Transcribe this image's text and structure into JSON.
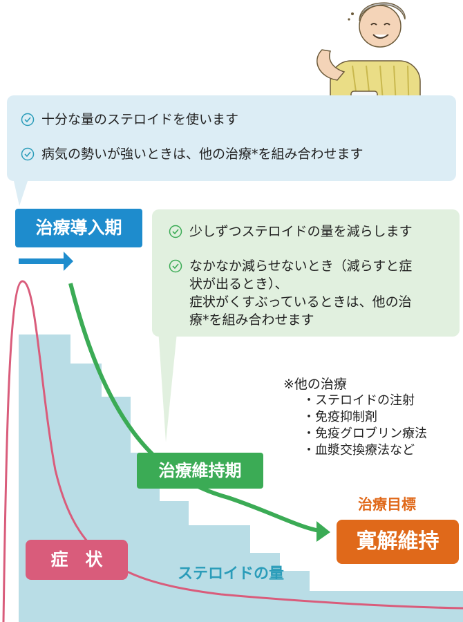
{
  "colors": {
    "steroid_area": "#b9dde6",
    "symptom_curve": "#d95c7b",
    "maintenance_arrow": "#3bab55",
    "induction_arrow": "#1e8ccd",
    "blue_callout": "#dcedf5",
    "green_callout": "#e1f0df",
    "goal": "#e0691a"
  },
  "induction": {
    "label": "治療導入期",
    "bullets": [
      {
        "icon": "check-circle-icon",
        "text": "十分な量のステロイドを使います"
      },
      {
        "icon": "check-circle-icon",
        "text": "病気の勢いが強いときは、他の治療*を組み合わせます"
      }
    ]
  },
  "maintenance": {
    "label": "治療維持期",
    "bullets": [
      {
        "icon": "check-circle-icon",
        "text": "少しずつステロイドの量を減らします"
      },
      {
        "icon": "check-circle-icon",
        "lines": [
          "なかなか減らせないとき（減らすと症",
          "状が出るとき）、",
          "症状がくすぶっているときは、他の治",
          "療*を組み合わせます"
        ]
      }
    ]
  },
  "other_treatments": {
    "title": "※他の治療",
    "items": [
      "・ステロイドの注射",
      "・免疫抑制剤",
      "・免疫グロブリン療法",
      "・血漿交換療法など"
    ]
  },
  "goal": {
    "caption": "治療目標",
    "label": "寛解維持"
  },
  "symptom_label": "症　状",
  "steroid_label": "ステロイドの量"
}
